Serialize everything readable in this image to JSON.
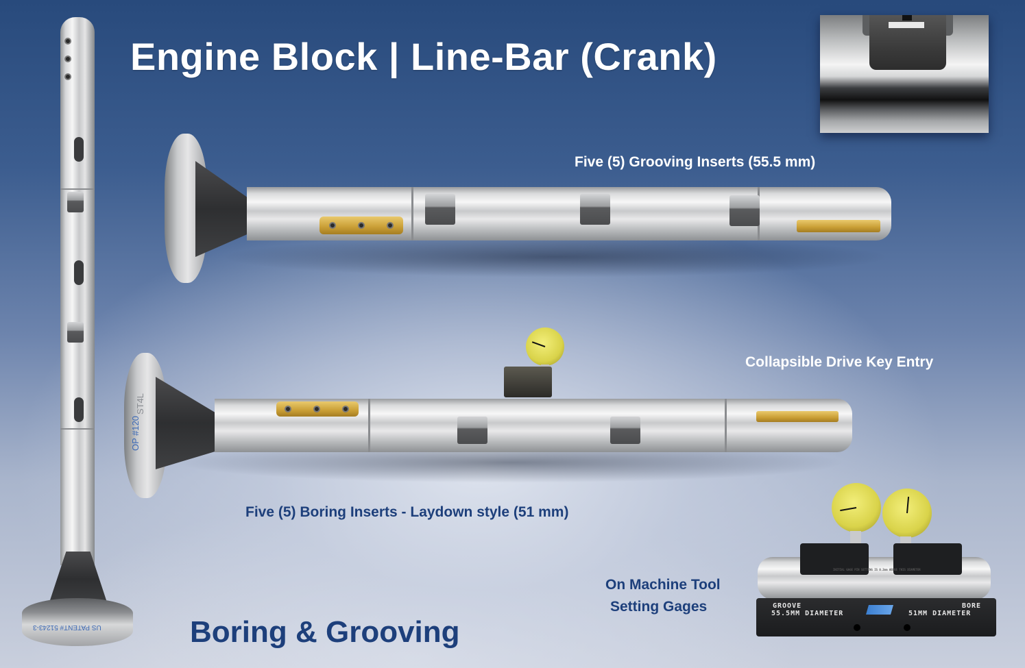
{
  "header": {
    "title": "Engine Block | Line-Bar (Crank)"
  },
  "captions": {
    "grooving_inserts": "Five (5) Grooving Inserts (55.5 mm)",
    "drive_key": "Collapsible Drive Key Entry",
    "boring_inserts": "Five (5) Boring Inserts - Laydown style (51 mm)",
    "setting_gages_line1": "On Machine Tool",
    "setting_gages_line2": "Setting Gages"
  },
  "footer": {
    "subtitle": "Boring & Grooving"
  },
  "markings": {
    "flange_op": "OP #120",
    "flange_st": "ST4L",
    "gage_groove_label": "GROOVE",
    "gage_groove_dim": "55.5MM DIAMETER",
    "gage_bore_label": "BORE",
    "gage_bore_dim": "51MM DIAMETER",
    "gage_pin_note": "INITIAL GAGE PIN SETTING IS 0.2mm ABOVE THIS DIAMETER",
    "vertical_patent": "US PATENT# 51243-3"
  },
  "colors": {
    "title_white": "#ffffff",
    "caption_blue": "#1d3f7b",
    "background_top": "#284a7c",
    "background_bottom": "#c9cfdd",
    "gold_pad": "#c99e35"
  }
}
